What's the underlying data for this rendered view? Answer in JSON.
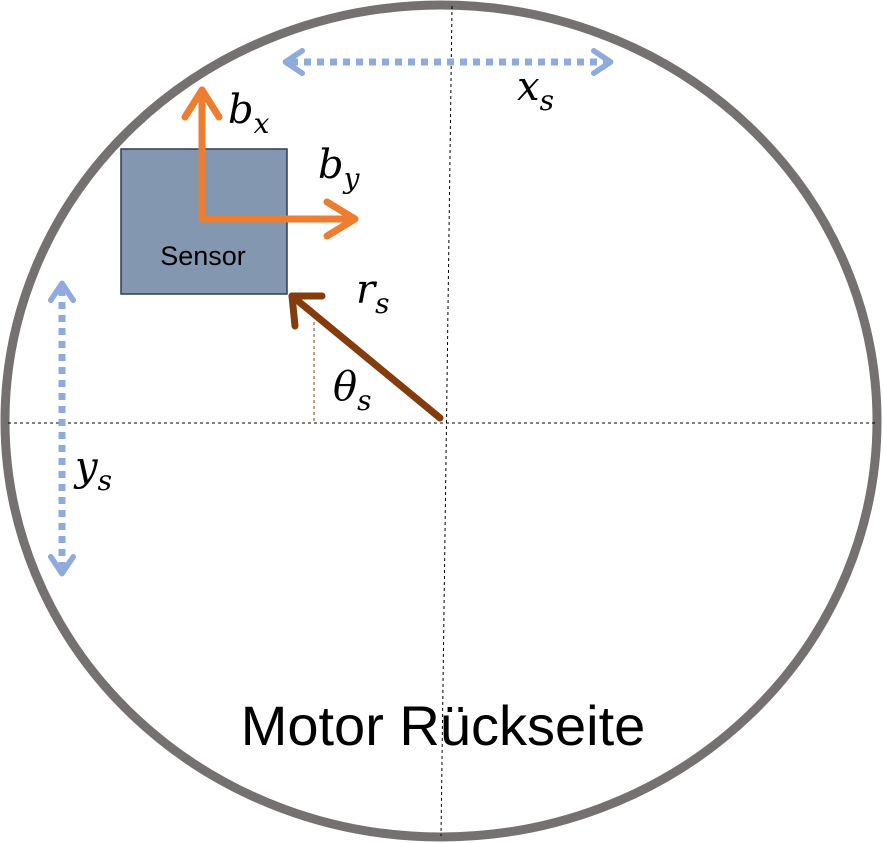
{
  "diagram": {
    "caption": "Motor Rückseite",
    "sensor_label": "Sensor",
    "labels": {
      "bx": {
        "base": "b",
        "sub": "x"
      },
      "by": {
        "base": "b",
        "sub": "y"
      },
      "xs": {
        "base": "x",
        "sub": "s"
      },
      "ys": {
        "base": "y",
        "sub": "s"
      },
      "rs": {
        "base": "r",
        "sub": "s"
      },
      "theta": {
        "base": "θ",
        "sub": "s"
      }
    },
    "colors": {
      "outline": "#767171",
      "sensor_fill": "#8497B0",
      "sensor_border": "#2F3E55",
      "axis_arrow": "#ED7D31",
      "position_arrow": "#843C0C",
      "dimension_arrow": "#8FAADC",
      "guide_line": "#000000"
    }
  }
}
